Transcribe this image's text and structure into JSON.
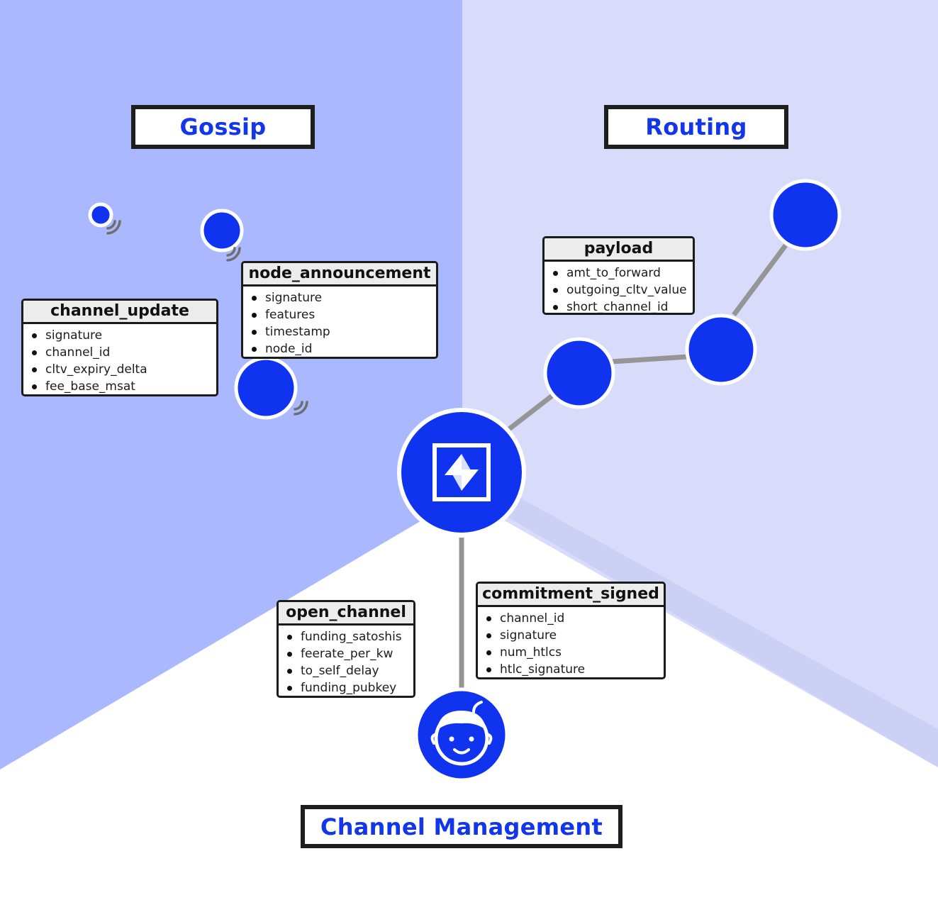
{
  "colors": {
    "gossip_bg": "#aab8ff",
    "routing_bg": "#d8dbf9",
    "node_blue": "#1033f0",
    "edge_gray": "#959595",
    "title_text": "#1336e8",
    "border": "#1e1e1e"
  },
  "sections": {
    "gossip": "Gossip",
    "routing": "Routing",
    "channel_management": "Channel Management"
  },
  "messages": {
    "channel_update": {
      "title": "channel_update",
      "fields": [
        "signature",
        "channel_id",
        "cltv_expiry_delta",
        "fee_base_msat"
      ]
    },
    "node_announcement": {
      "title": "node_announcement",
      "fields": [
        "signature",
        "features",
        "timestamp",
        "node_id"
      ]
    },
    "payload": {
      "title": "payload",
      "fields": [
        "amt_to_forward",
        "outgoing_cltv_value",
        "short_channel_id"
      ]
    },
    "open_channel": {
      "title": "open_channel",
      "fields": [
        "funding_satoshis",
        "feerate_per_kw",
        "to_self_delay",
        "funding_pubkey"
      ]
    },
    "commitment_signed": {
      "title": "commitment_signed",
      "fields": [
        "channel_id",
        "signature",
        "num_htlcs",
        "htlc_signature"
      ]
    }
  },
  "icons": {
    "center_node": "lightning-logo-icon",
    "user_node": "user-avatar-icon",
    "broadcast": "broadcast-waves-icon"
  }
}
